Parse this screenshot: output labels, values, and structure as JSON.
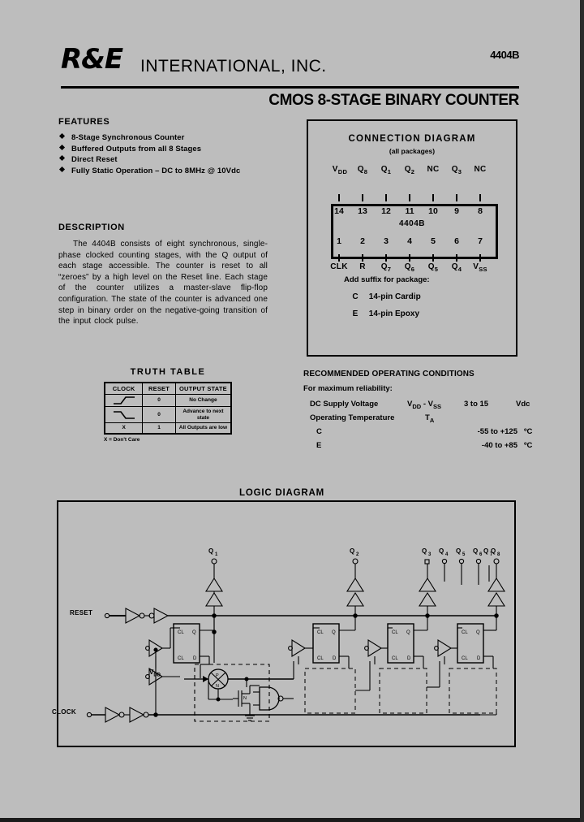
{
  "header": {
    "brand": "R&E",
    "brand_sub": "INTERNATIONAL, INC.",
    "part_number": "4404B",
    "subtitle": "CMOS 8-STAGE BINARY COUNTER"
  },
  "features": {
    "heading": "FEATURES",
    "items": [
      "8-Stage Synchronous Counter",
      "Buffered Outputs from all 8 Stages",
      "Direct Reset",
      "Fully Static Operation – DC to 8MHz @ 10Vdc"
    ]
  },
  "description": {
    "heading": "DESCRIPTION",
    "body": "The 4404B consists of eight synchronous, single-phase clocked counting stages, with the Q output of each stage accessible. The counter is reset to all “zeroes” by a high level on the Reset line. Each stage of the counter utilizes a master-slave flip-flop configuration. The state of the counter is advanced one step in binary order on the negative-going transition of the input clock pulse."
  },
  "connection_diagram": {
    "title": "CONNECTION DIAGRAM",
    "subtitle": "(all packages)",
    "device": "4404B",
    "top_pins": [
      {
        "num": "14",
        "label": "V",
        "sub": "DD"
      },
      {
        "num": "13",
        "label": "Q",
        "sub": "8"
      },
      {
        "num": "12",
        "label": "Q",
        "sub": "1"
      },
      {
        "num": "11",
        "label": "Q",
        "sub": "2"
      },
      {
        "num": "10",
        "label": "NC",
        "sub": ""
      },
      {
        "num": "9",
        "label": "Q",
        "sub": "3"
      },
      {
        "num": "8",
        "label": "NC",
        "sub": ""
      }
    ],
    "bottom_pins": [
      {
        "num": "1",
        "label": "CLK",
        "sub": ""
      },
      {
        "num": "2",
        "label": "R",
        "sub": ""
      },
      {
        "num": "3",
        "label": "Q",
        "sub": "7"
      },
      {
        "num": "4",
        "label": "Q",
        "sub": "6"
      },
      {
        "num": "5",
        "label": "Q",
        "sub": "5"
      },
      {
        "num": "6",
        "label": "Q",
        "sub": "4"
      },
      {
        "num": "7",
        "label": "V",
        "sub": "SS"
      }
    ],
    "suffix_heading": "Add suffix for package:",
    "suffixes": [
      {
        "key": "C",
        "desc": "14-pin Cardip"
      },
      {
        "key": "E",
        "desc": "14-pin Epoxy"
      }
    ]
  },
  "truth_table": {
    "title": "TRUTH  TABLE",
    "headers": [
      "CLOCK",
      "RESET",
      "OUTPUT STATE"
    ],
    "rows": [
      {
        "clock": "rising-edge",
        "reset": "0",
        "output": "No Change"
      },
      {
        "clock": "falling-edge",
        "reset": "0",
        "output": "Advance to next state"
      },
      {
        "clock": "X",
        "reset": "1",
        "output": "All Outputs are low"
      }
    ],
    "note": "X = Don't Care"
  },
  "operating_conditions": {
    "heading": "RECOMMENDED OPERATING CONDITIONS",
    "subheading": "For maximum reliability:",
    "supply": {
      "label": "DC Supply Voltage",
      "symbol_a": "V",
      "symbol_a_sub": "DD",
      "dash": "-",
      "symbol_b": "V",
      "symbol_b_sub": "SS",
      "value": "3 to 15",
      "unit": "Vdc"
    },
    "temperature": {
      "label": "Operating Temperature",
      "symbol": "T",
      "symbol_sub": "A",
      "grades": [
        {
          "key": "C",
          "range": "-55 to +125",
          "unit": "ºC"
        },
        {
          "key": "E",
          "range": "-40 to +85",
          "unit": "ºC"
        }
      ]
    }
  },
  "logic_diagram": {
    "title": "LOGIC DIAGRAM",
    "inputs": [
      "RESET",
      "CLOCK"
    ],
    "supply_label": "V",
    "supply_sub": "DD",
    "outputs": [
      "Q1",
      "Q2",
      "Q3",
      "Q4",
      "Q5",
      "Q6",
      "Q7",
      "Q8"
    ],
    "ff_pins": [
      "CL",
      "Q",
      "D"
    ],
    "transistor_labels": [
      "P",
      "N"
    ]
  },
  "colors": {
    "page_background": "#bdbdbd",
    "ink": "#000000",
    "edge": "#1a1a1a"
  }
}
